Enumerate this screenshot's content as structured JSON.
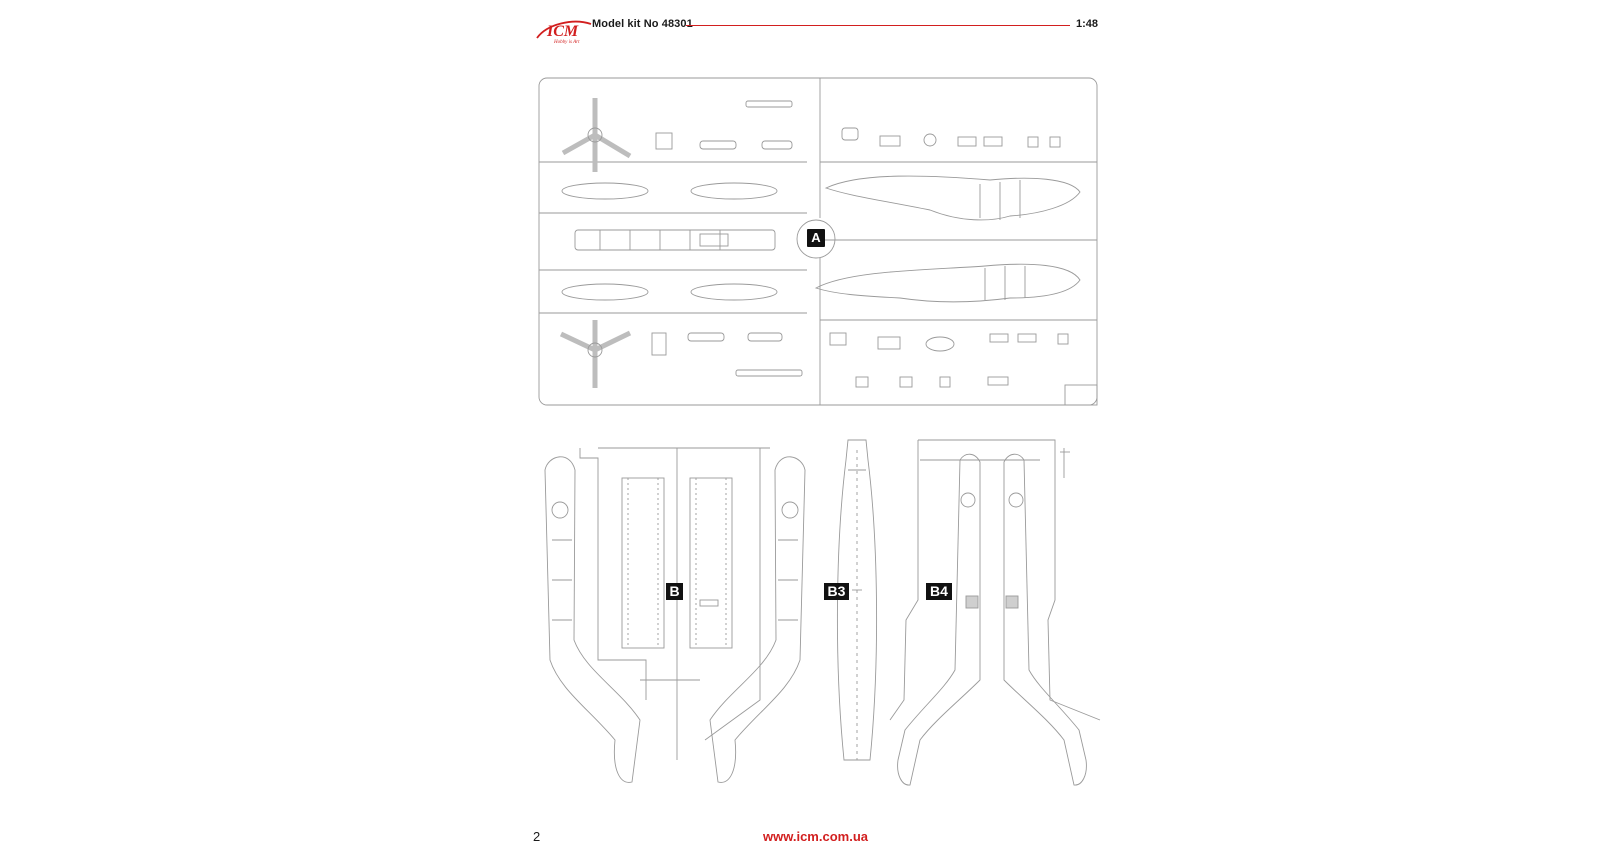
{
  "header": {
    "logo_text": "ICM",
    "logo_tagline": "Hobby is Art",
    "title": "Model kit No 48301",
    "scale": "1:48"
  },
  "sprues": {
    "a": "A",
    "b": "B",
    "b3": "B3",
    "b4": "B4"
  },
  "footer": {
    "page_number": "2",
    "url": "www.icm.com.ua"
  },
  "colors": {
    "accent": "#d21f1f",
    "line": "#9a9a9a",
    "text": "#1a1a1a"
  }
}
